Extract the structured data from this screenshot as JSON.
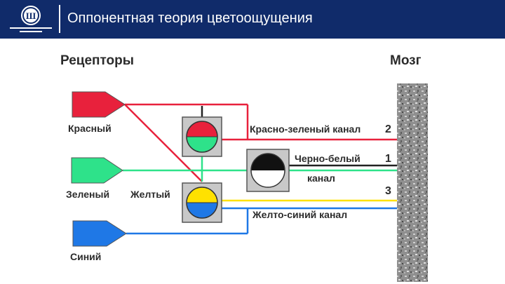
{
  "header": {
    "title": "Оппонентная теория цветоощущения",
    "logo_icon": "university-crest-icon",
    "background": "#102b6a"
  },
  "diagram": {
    "receptors_heading": "Рецепторы",
    "brain_heading": "Мозг",
    "receptors": [
      {
        "label": "Красный",
        "color": "#e8213c"
      },
      {
        "label": "Зеленый",
        "color": "#2ee28a"
      },
      {
        "label": "Синий",
        "color": "#1f78e6"
      }
    ],
    "yellow_label": "Желтый",
    "channels": [
      {
        "label": "Красно-зеленый канал",
        "number": "2"
      },
      {
        "label_line1": "Черно-белый",
        "label_line2": "канал",
        "number": "1"
      },
      {
        "label": "Желто-синий канал",
        "number": "3"
      }
    ],
    "colors": {
      "red": "#e8213c",
      "green": "#2ee28a",
      "blue": "#1f78e6",
      "yellow": "#ffe100",
      "black": "#111111",
      "brain": "#9a9a9a"
    }
  }
}
